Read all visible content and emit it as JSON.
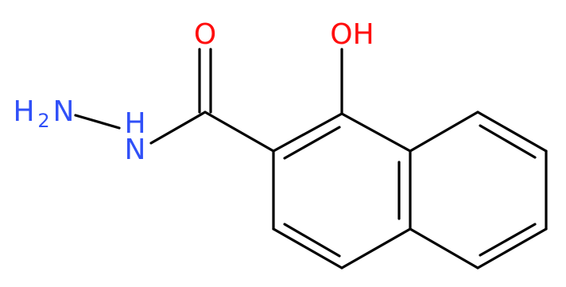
{
  "molecule": {
    "atoms": {
      "oxo": {
        "symbol": "O",
        "color": "#ff0d0d"
      },
      "hydroxyl": {
        "symbol": "OH",
        "color": "#ff0d0d"
      },
      "amide_n": {
        "symbol": "H",
        "extra": "N",
        "color": "#3050f8"
      },
      "amine": {
        "symbol": "H",
        "subscript": "2",
        "extra": "N",
        "color": "#3050f8"
      }
    }
  }
}
